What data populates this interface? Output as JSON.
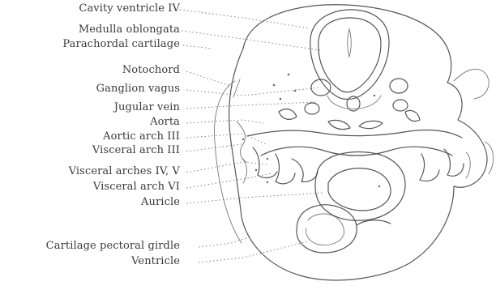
{
  "figure": {
    "labels": [
      "Cavity ventricle IV",
      "Medulla oblongata",
      "Parachordal cartilage",
      "Notochord",
      "Ganglion vagus",
      "Jugular vein",
      "Aorta",
      "Aortic arch III",
      "Visceral arch III",
      "Visceral arches IV, V",
      "Visceral arch VI",
      "Auricle",
      "Cartilage pectoral girdle",
      "Ventricle"
    ]
  }
}
